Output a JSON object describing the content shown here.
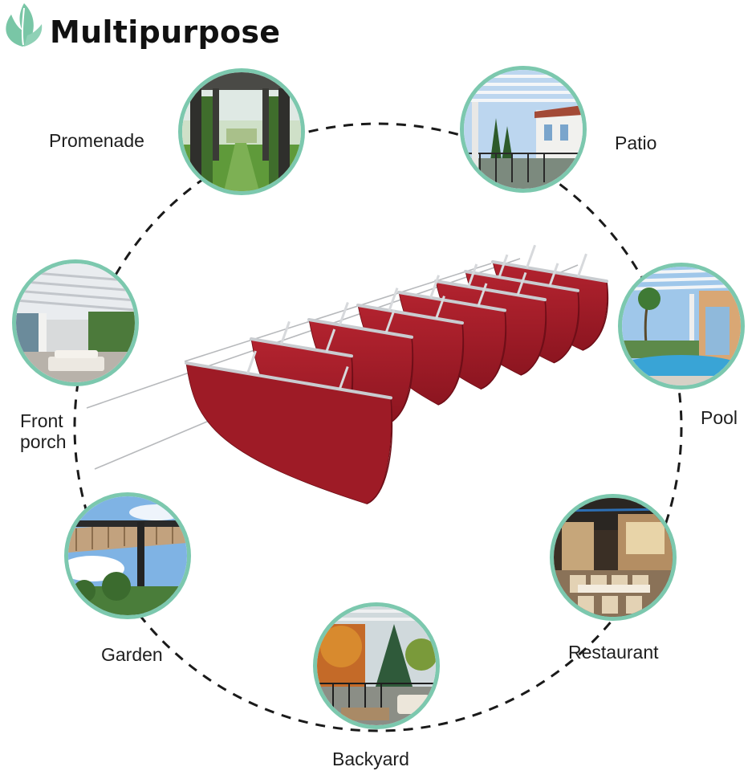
{
  "header": {
    "title": "Multipurpose",
    "logo_icon": "leaf-logo-icon",
    "accent_color": "#7cc8ae"
  },
  "product": {
    "fabric_color": "#9e1b26",
    "frame_color": "#c9ccd0"
  },
  "scenes": [
    {
      "id": "promenade",
      "label": "Promenade"
    },
    {
      "id": "patio",
      "label": "Patio"
    },
    {
      "id": "front-porch",
      "label": "Front\nporch"
    },
    {
      "id": "pool",
      "label": "Pool"
    },
    {
      "id": "garden",
      "label": "Garden"
    },
    {
      "id": "restaurant",
      "label": "Restaurant"
    },
    {
      "id": "backyard",
      "label": "Backyard"
    }
  ]
}
